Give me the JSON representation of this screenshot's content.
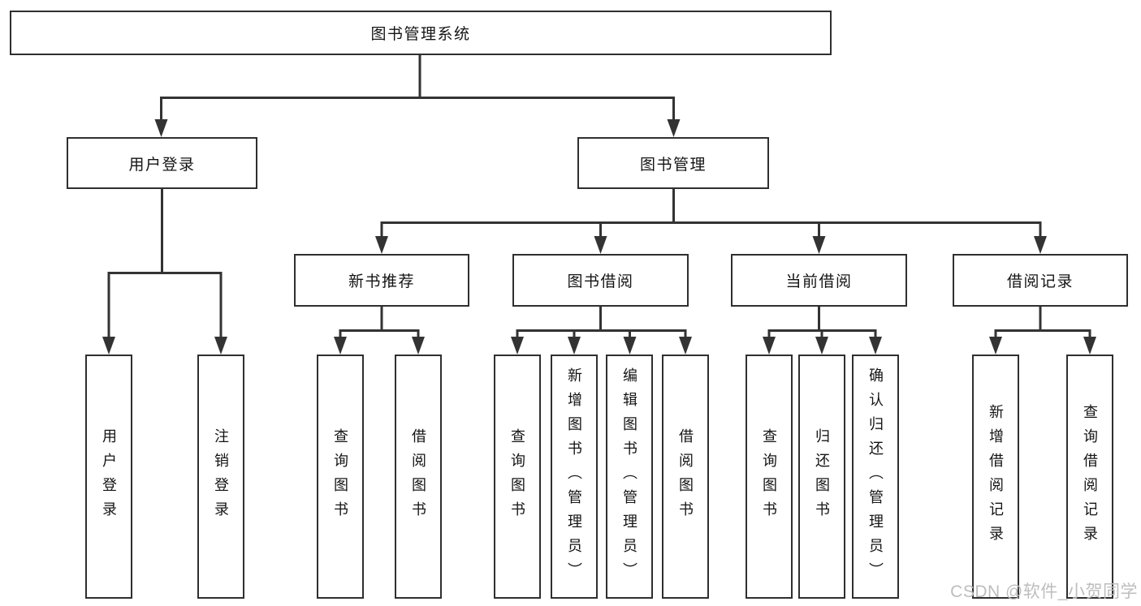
{
  "diagram": {
    "root_label": "图书管理系统",
    "branches": [
      {
        "label": "用户登录",
        "leaves": [
          "用户登录",
          "注销登录"
        ]
      },
      {
        "label": "图书管理",
        "groups": [
          {
            "label": "新书推荐",
            "leaves": [
              "查询图书",
              "借阅图书"
            ]
          },
          {
            "label": "图书借阅",
            "leaves": [
              "查询图书",
              "新增图书（管理员）",
              "编辑图书（管理员）",
              "借阅图书"
            ]
          },
          {
            "label": "当前借阅",
            "leaves": [
              "查询图书",
              "归还图书",
              "确认归还（管理员）"
            ]
          },
          {
            "label": "借阅记录",
            "leaves": [
              "新增借阅记录",
              "查询借阅记录"
            ]
          }
        ]
      }
    ]
  },
  "watermark": "CSDN @软件_小贺同学",
  "colors": {
    "line": "#333333",
    "box_border": "#2f2f2f",
    "box_fill": "#ffffff",
    "text": "#141414",
    "watermark": "#bdbdbd",
    "background": "#ffffff"
  }
}
